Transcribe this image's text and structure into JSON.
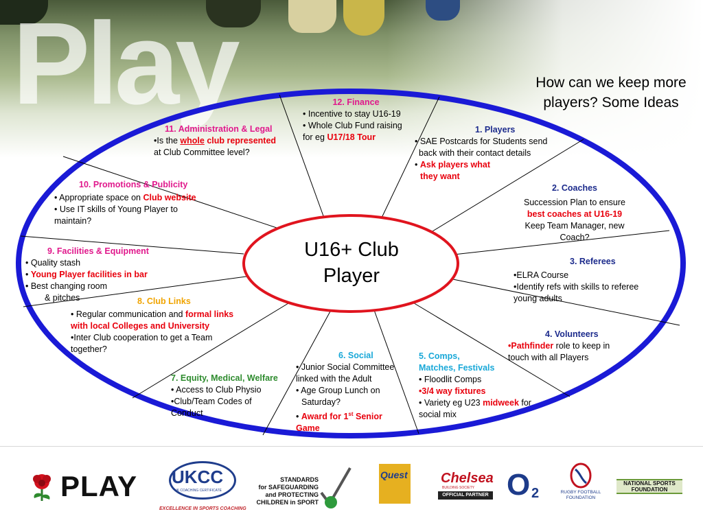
{
  "banner": {
    "word": "Play"
  },
  "question": "How can we keep more players? Some Ideas",
  "center": {
    "line1": "U16+ Club",
    "line2": "Player"
  },
  "colors": {
    "ellipse": "#1a1ad6",
    "center_border": "#e0141e",
    "highlight": "#e8000d"
  },
  "segments": {
    "finance": {
      "heading": "12. Finance",
      "b1": "• Incentive to stay U16-19",
      "b2": "• Whole Club Fund raising",
      "b3a": "for eg ",
      "b3b": "U17/18 Tour"
    },
    "players": {
      "heading": "1. Players",
      "b1": "• SAE Postcards for Students send",
      "b2": "back with their contact details",
      "b3a": "• ",
      "b3b": "Ask players what",
      "b4": "they want"
    },
    "coaches": {
      "heading": "2. Coaches",
      "l1": "Succession Plan to ensure",
      "l2": "best coaches at U16-19",
      "l3": "Keep Team Manager, new",
      "l4": "Coach?"
    },
    "referees": {
      "heading": "3. Referees",
      "b1": "•ELRA Course",
      "b2": "•Identify refs with skills to referee",
      "b3": "young adults"
    },
    "volunteers": {
      "heading": "4. Volunteers",
      "b1a": "•",
      "b1b": "Pathfinder",
      "b1c": " role to keep in",
      "b2": "touch with all Players"
    },
    "comps": {
      "heading1": "5. Comps,",
      "heading2": "Matches, Festivals",
      "b1": "• Floodlit Comps",
      "b2a": "•",
      "b2b": "3/4 way fixtures",
      "b3a": "• Variety eg U23 ",
      "b3b": "midweek",
      "b3c": " for",
      "b4": "social mix"
    },
    "social": {
      "heading": "6. Social",
      "b1": "• Junior Social Committee",
      "b2": "linked with the Adult",
      "b3": "• Age Group Lunch on",
      "b4": "Saturday?",
      "b5a": "• ",
      "b5b": "Award for 1",
      "b5sup": "st",
      "b5c": " Senior",
      "b6": "Game"
    },
    "equity": {
      "heading": "7. Equity, Medical, Welfare",
      "b1": "• Access to Club Physio",
      "b2": "•Club/Team Codes of",
      "b3": "Conduct"
    },
    "club_links": {
      "heading": "8. Club Links",
      "b1a": "• Regular communication and ",
      "b1b": "formal links",
      "b2": "with local Colleges and University",
      "b3": "•Inter Club cooperation to get a Team",
      "b4": "together?"
    },
    "facilities": {
      "heading": "9. Facilities & Equipment",
      "b1": "• Quality stash",
      "b2a": "• ",
      "b2b": "Young Player facilities in bar",
      "b3": "• Best changing room",
      "b4": "& pitches"
    },
    "promotions": {
      "heading": "10. Promotions & Publicity",
      "b1a": "• Appropriate space on ",
      "b1b": "Club website",
      "b2": "• Use IT skills of Young Player to",
      "b3": "maintain?"
    },
    "admin": {
      "heading": "11. Administration & Legal",
      "b1a": "•Is the ",
      "b1b": "whole",
      "b1c": " club represented",
      "b2": "at Club Committee level?"
    }
  },
  "footer": {
    "play_logo": "PLAY",
    "ukcc": "UKCC",
    "ukcc_sub": "UK COACHING CERTIFICATE",
    "ukcc_tag": "EXCELLENCE IN SPORTS COACHING",
    "standards1": "STANDARDS",
    "standards2": "for SAFEGUARDING",
    "standards3": "and PROTECTING",
    "standards4": "CHILDREN in SPORT",
    "quest": "Quest",
    "chelsea": "Chelsea",
    "chelsea_sub": "BUILDING SOCIETY",
    "chelsea_tag": "OFFICIAL PARTNER",
    "o2": "O",
    "o2_sub": "2",
    "rfu1": "RUGBY FOOTBALL",
    "rfu2": "FOUNDATION",
    "nsf1": "NATIONAL SPORTS",
    "nsf2": "FOUNDATION"
  }
}
